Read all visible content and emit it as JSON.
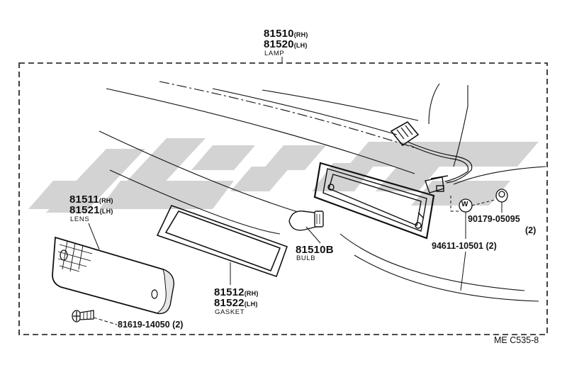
{
  "lamp": {
    "pn_rh": "81510",
    "rh": "(RH)",
    "pn_lh": "81520",
    "lh": "(LH)",
    "name": "LAMP"
  },
  "lens": {
    "pn_rh": "81511",
    "rh": "(RH)",
    "pn_lh": "81521",
    "lh": "(LH)",
    "name": "LENS"
  },
  "gasket": {
    "pn_rh": "81512",
    "rh": "(RH)",
    "pn_lh": "81522",
    "lh": "(LH)",
    "name": "GASKET"
  },
  "bulb": {
    "pn": "81510B",
    "name": "BULB"
  },
  "screw": {
    "pn": "81619-14050",
    "qty": "(2)"
  },
  "nut": {
    "pn": "90179-05095",
    "qty": "(2)"
  },
  "clip": {
    "pn": "94611-10501",
    "qty": "(2)",
    "mark": "W"
  },
  "drawing_code": "ME C535-8",
  "colors": {
    "line": "#111111",
    "watermark": "#c9c9c9"
  }
}
